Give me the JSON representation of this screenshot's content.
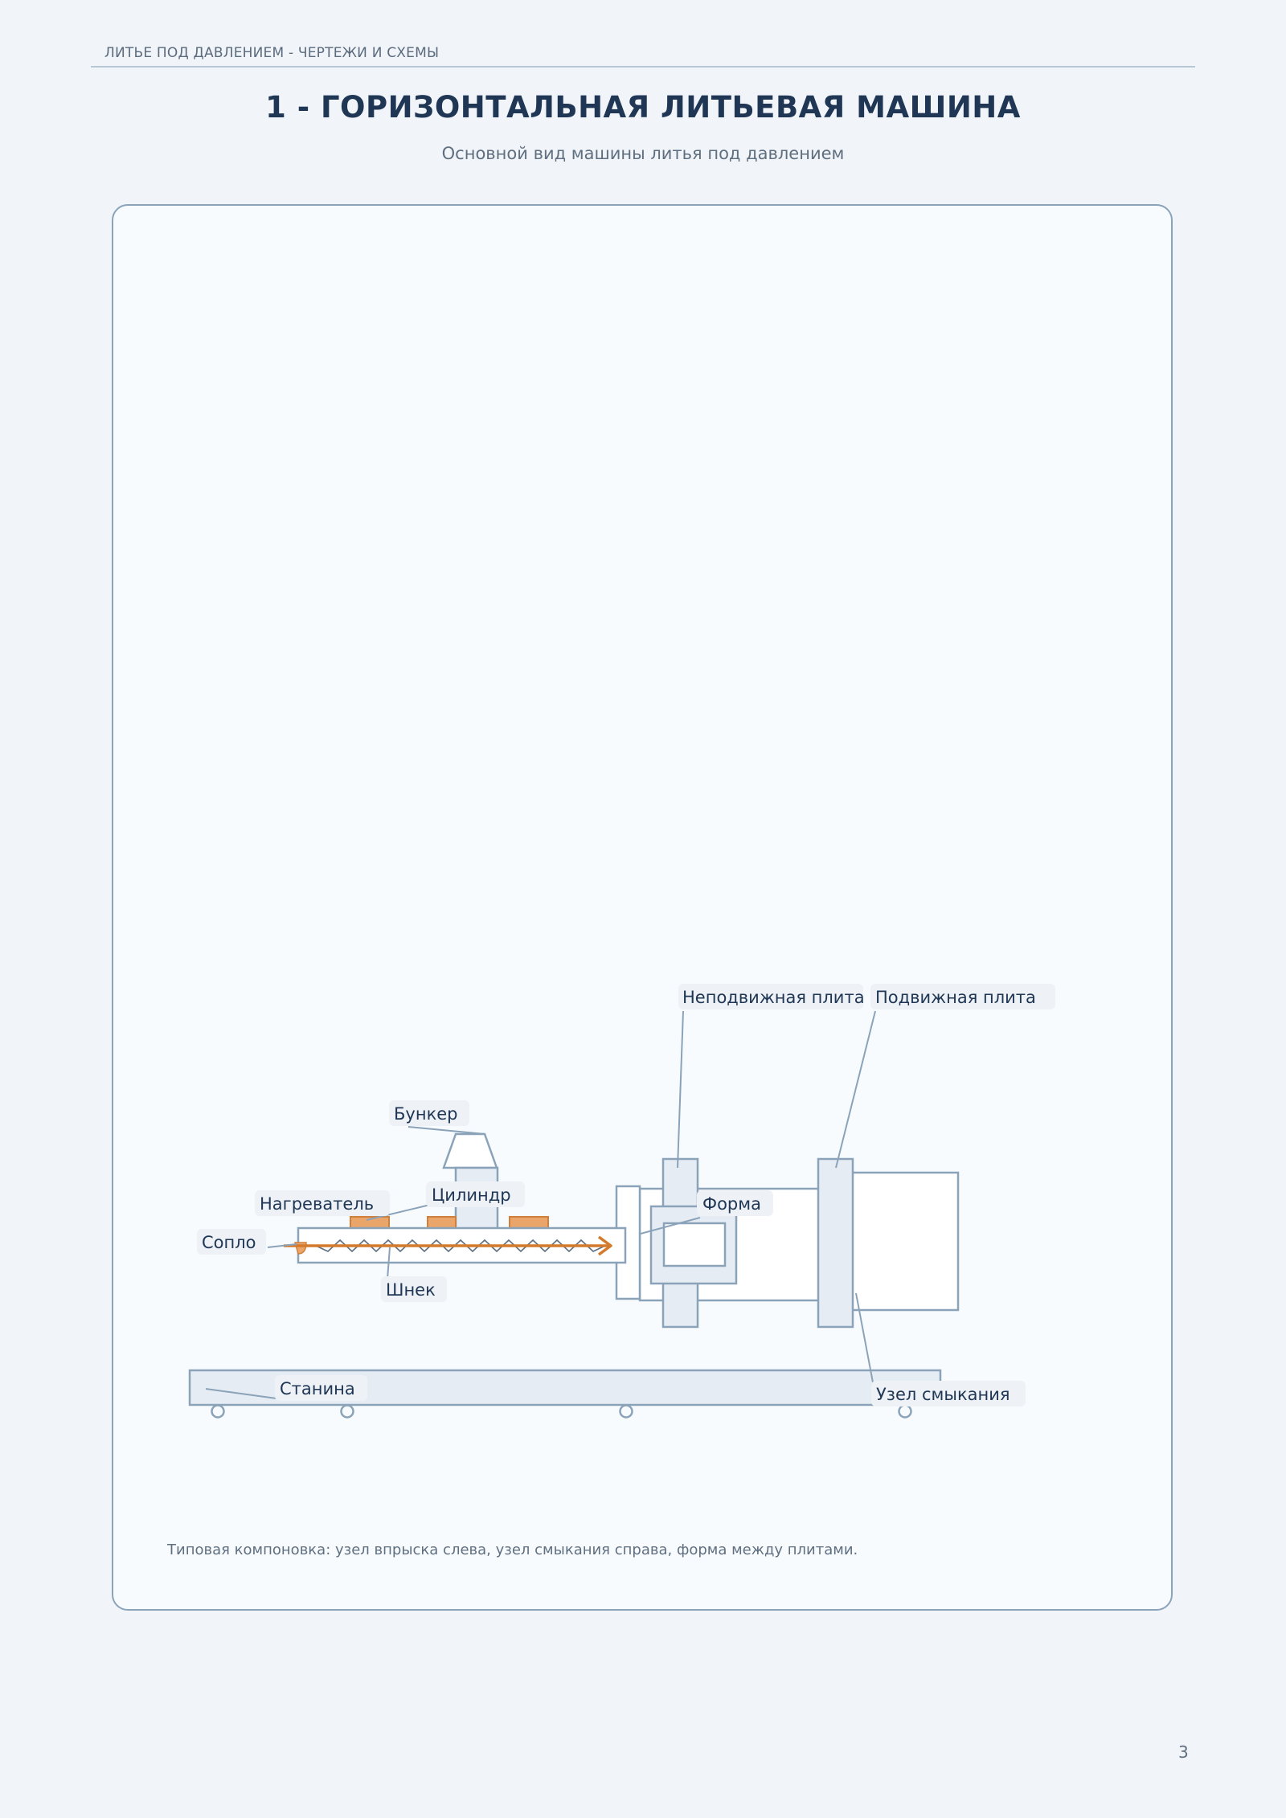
{
  "header": {
    "running_title": "ЛИТЬЕ ПОД ДАВЛЕНИЕМ - ЧЕРТЕЖИ И СХЕМЫ",
    "page_title": "1 - ГОРИЗОНТАЛЬНАЯ ЛИТЬЕВАЯ МАШИНА",
    "subtitle": "Основной вид машины литья под давлением"
  },
  "diagram": {
    "labels": {
      "fixed_platen": "Неподвижная плита",
      "moving_platen": "Подвижная плита",
      "hopper": "Бункер",
      "heater": "Нагреватель",
      "cylinder": "Цилиндр",
      "mold": "Форма",
      "nozzle": "Сопло",
      "screw": "Шнек",
      "frame": "Станина",
      "clamping_unit": "Узел смыкания"
    },
    "colors": {
      "outline": "#8ba3b9",
      "part_fill": "#e6ecf4",
      "heater_fill": "#eaa56a",
      "flow_arrow": "#d47a2c",
      "label_text": "#1f3654"
    }
  },
  "caption": "Типовая компоновка: узел впрыска слева, узел смыкания справа, форма между плитами.",
  "footer": {
    "page_number": "3"
  }
}
